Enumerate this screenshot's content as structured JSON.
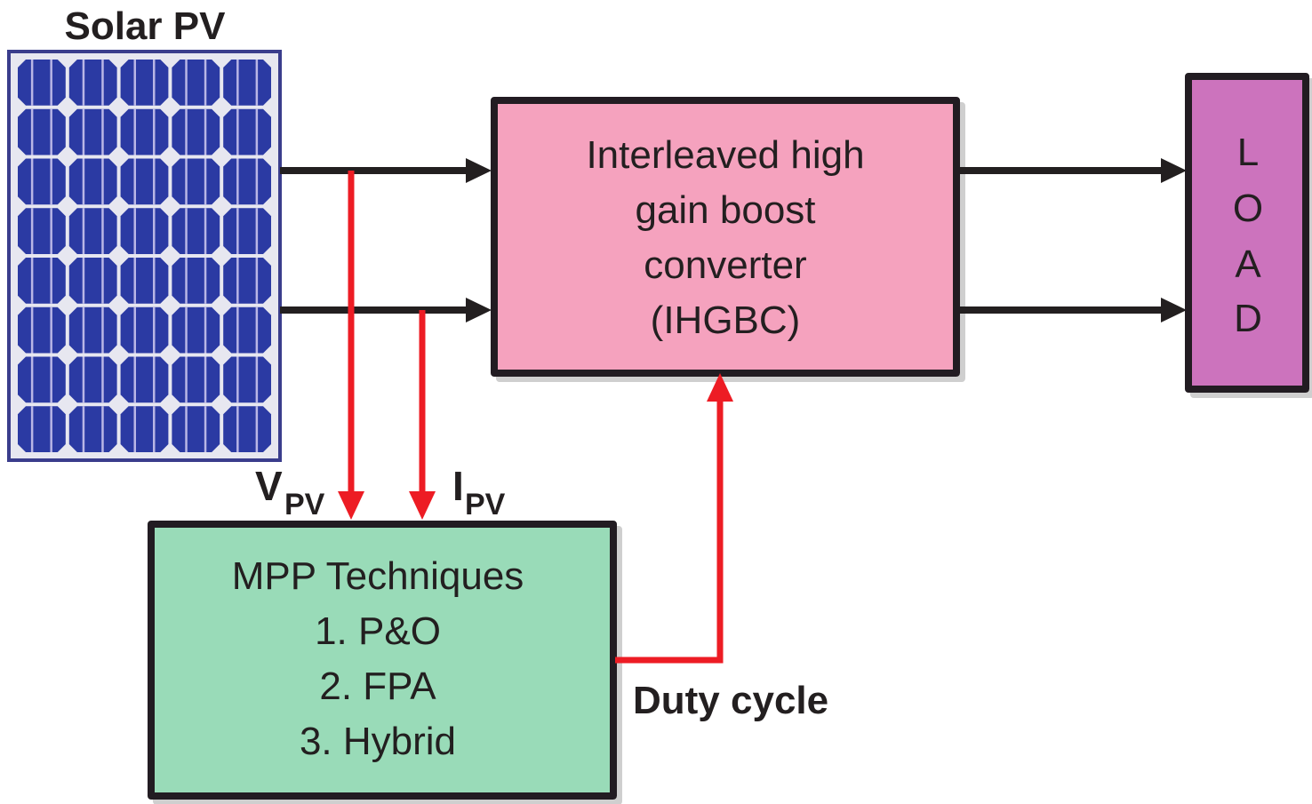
{
  "title": "Solar PV",
  "colors": {
    "line": "#231f20",
    "signal": "#ed1c24",
    "converter_fill": "#f5a2be",
    "load_fill": "#cc73bd",
    "mppt_fill": "#99dbb8",
    "panel_cell": "#2b3aa3",
    "panel_gap": "#e7e7f0",
    "panel_frame": "#3a3d8c"
  },
  "panel": {
    "columns": 5,
    "rows": 8
  },
  "converter": {
    "lines": [
      "Interleaved high",
      "gain boost",
      "converter",
      "(IHGBC)"
    ]
  },
  "load": {
    "letters": [
      "L",
      "O",
      "A",
      "D"
    ]
  },
  "mppt": {
    "lines": [
      "MPP Techniques",
      "1. P&O",
      "2. FPA",
      "3. Hybrid"
    ]
  },
  "signals": {
    "voltage": {
      "main": "V",
      "sub": "PV"
    },
    "current": {
      "main": "I",
      "sub": "PV"
    },
    "duty": "Duty cycle"
  }
}
